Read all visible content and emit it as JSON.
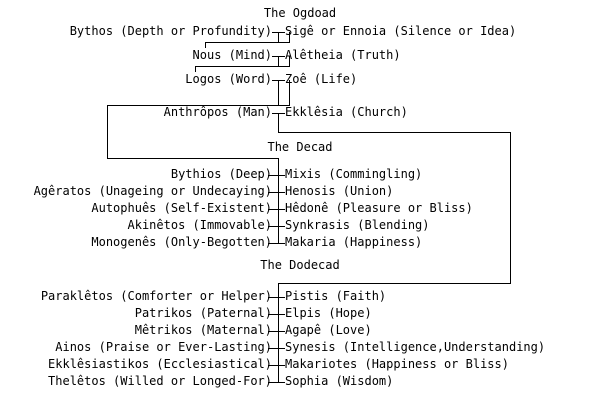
{
  "diagram": {
    "title_visible": false,
    "ink_color": "#000000",
    "background_color": "#ffffff",
    "groups": [
      {
        "name": "ogdoad",
        "heading": "The Ogdoad",
        "pairs": [
          {
            "left": "Bythos (Depth or Profundity)",
            "right": "Sigê or Ennoia (Silence or Idea)"
          },
          {
            "left": "Nous (Mind)",
            "right": "Alêtheia (Truth)"
          },
          {
            "left": "Logos (Word)",
            "right": "Zoê (Life)"
          },
          {
            "left": "Anthrôpos (Man)",
            "right": "Ekklêsia (Church)"
          }
        ]
      },
      {
        "name": "decad",
        "heading": "The Decad",
        "pairs": [
          {
            "left": "Bythios (Deep)",
            "right": "Mixis (Commingling)"
          },
          {
            "left": "Agêratos (Unageing or Undecaying)",
            "right": "Henosis (Union)"
          },
          {
            "left": "Autophuês (Self-Existent)",
            "right": "Hêdonê (Pleasure or Bliss)"
          },
          {
            "left": "Akinêtos (Immovable)",
            "right": "Synkrasis (Blending)"
          },
          {
            "left": "Monogenês (Only-Begotten)",
            "right": "Makaria (Happiness)"
          }
        ]
      },
      {
        "name": "dodecad",
        "heading": "The Dodecad",
        "pairs": [
          {
            "left": "Paraklêtos (Comforter or Helper)",
            "right": "Pistis (Faith)"
          },
          {
            "left": "Patrikos (Paternal)",
            "right": "Elpis (Hope)"
          },
          {
            "left": "Mêtrikos (Maternal)",
            "right": "Agapê (Love)"
          },
          {
            "left": "Ainos (Praise or Ever-Lasting)",
            "right": "Synesis (Intelligence,Understanding)"
          },
          {
            "left": "Ekklêsiastikos (Ecclesiastical)",
            "right": "Makariotes (Happiness or Bliss)"
          },
          {
            "left": "Thelêtos (Willed or Longed-For)",
            "right": "Sophia (Wisdom)"
          }
        ]
      }
    ]
  }
}
